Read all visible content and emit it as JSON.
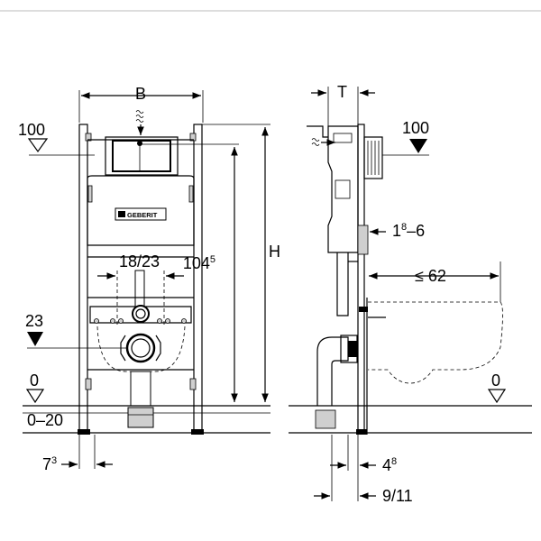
{
  "front_view": {
    "width_label": "B",
    "flow_symbol": "waves",
    "left_level_label": "100",
    "height_value": "104",
    "height_value_sup": "5",
    "total_height_label": "H",
    "outlet_spacing_label": "18/23",
    "drain_level_label": "23",
    "floor_level_label": "0",
    "floor_range_label": "0–20",
    "foot_offset_value": "7",
    "foot_offset_sup": "3",
    "brand_logo": "GEBERIT"
  },
  "side_view": {
    "depth_label": "T",
    "right_level_label": "100",
    "wall_offset_value": "1",
    "wall_offset_sup": "8",
    "wall_offset_suffix": "–6",
    "projection_label": "≤ 62",
    "floor_level_label": "0",
    "bottom_offset_value": "4",
    "bottom_offset_sup": "8",
    "bottom_range_label": "9/11"
  },
  "colors": {
    "line": "#000000",
    "shade": "#cfcfcf",
    "background": "#ffffff"
  }
}
